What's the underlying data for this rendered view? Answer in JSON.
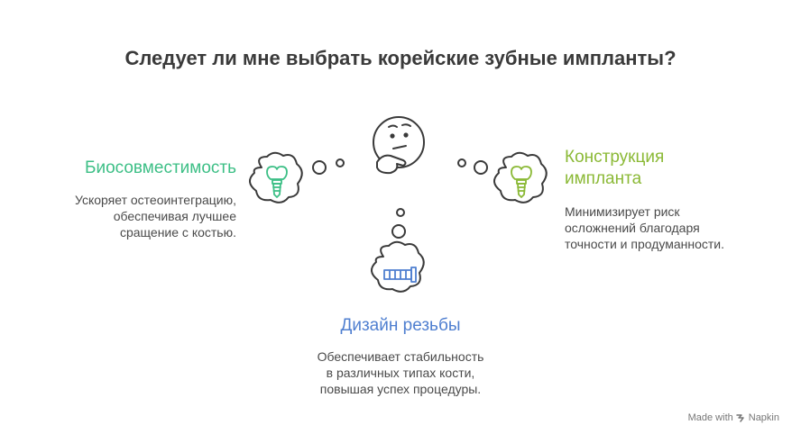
{
  "title": "Следует ли мне выбрать корейские зубные импланты?",
  "colors": {
    "biocompat": "#3dbf86",
    "construction": "#8bb936",
    "thread": "#4f7fd0",
    "outline": "#3a3a3a"
  },
  "items": {
    "biocompat": {
      "heading": "Биосовместимость",
      "lines": [
        "Ускоряет остеоинтеграцию,",
        "обеспечивая лучшее",
        "сращение с костью."
      ],
      "icon": "tooth-implant-icon"
    },
    "construction": {
      "heading_lines": [
        "Конструкция",
        "импланта"
      ],
      "lines": [
        "Минимизирует риск",
        "осложнений благодаря",
        "точности и продуманности."
      ],
      "icon": "tooth-implant-icon"
    },
    "thread": {
      "heading": "Дизайн резьбы",
      "lines": [
        "Обеспечивает стабильность",
        "в различных типах кости,",
        "повышая успех процедуры."
      ],
      "icon": "thread-screw-icon"
    }
  },
  "center_icon": "thinking-face-icon",
  "watermark": {
    "made_with": "Made with",
    "brand": "Napkin"
  }
}
